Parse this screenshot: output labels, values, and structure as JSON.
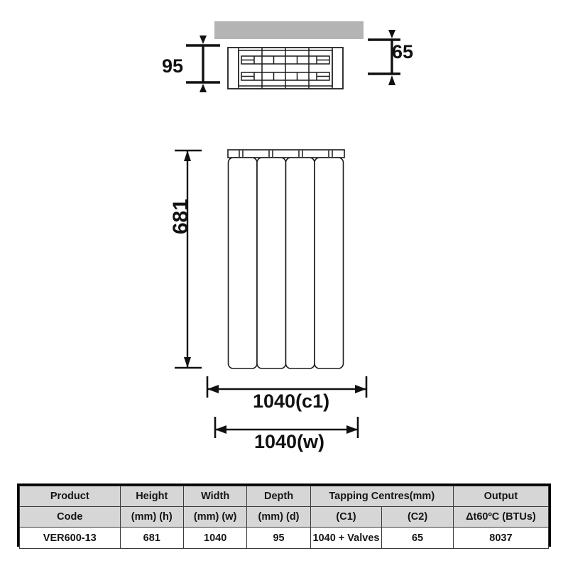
{
  "drawing": {
    "type": "technical-dimension-drawing",
    "product": "VER600-13 vertical radiator",
    "units": "mm",
    "views": [
      {
        "name": "top-view",
        "description": "plan / section view of radiator showing internal channel profile"
      },
      {
        "name": "front-view",
        "description": "front elevation showing 4 vertical rounded panel columns"
      }
    ],
    "dimensions": {
      "depth_top_left": "95",
      "depth_top_right": "65",
      "height_front": "681",
      "width_c1": "1040(c1)",
      "width_w": "1040(w)"
    },
    "colors": {
      "line": "#1a1a1a",
      "grey_block": "#b4b4b4",
      "table_header_bg": "#d6d6d6",
      "table_data_bg": "#ffffff",
      "panel_fill": "#ffffff"
    },
    "front_panel_count": 4
  },
  "table": {
    "header_row_1": [
      "Product",
      "Height",
      "Width",
      "Depth",
      "Tapping Centres(mm)",
      "Output"
    ],
    "header_row_2": [
      "Code",
      "(mm) (h)",
      "(mm) (w)",
      "(mm) (d)",
      "(C1)",
      "(C2)",
      "Δt60ºC (BTUs)"
    ],
    "data_row": [
      "VER600-13",
      "681",
      "1040",
      "95",
      "1040 + Valves",
      "65",
      "8037"
    ]
  }
}
